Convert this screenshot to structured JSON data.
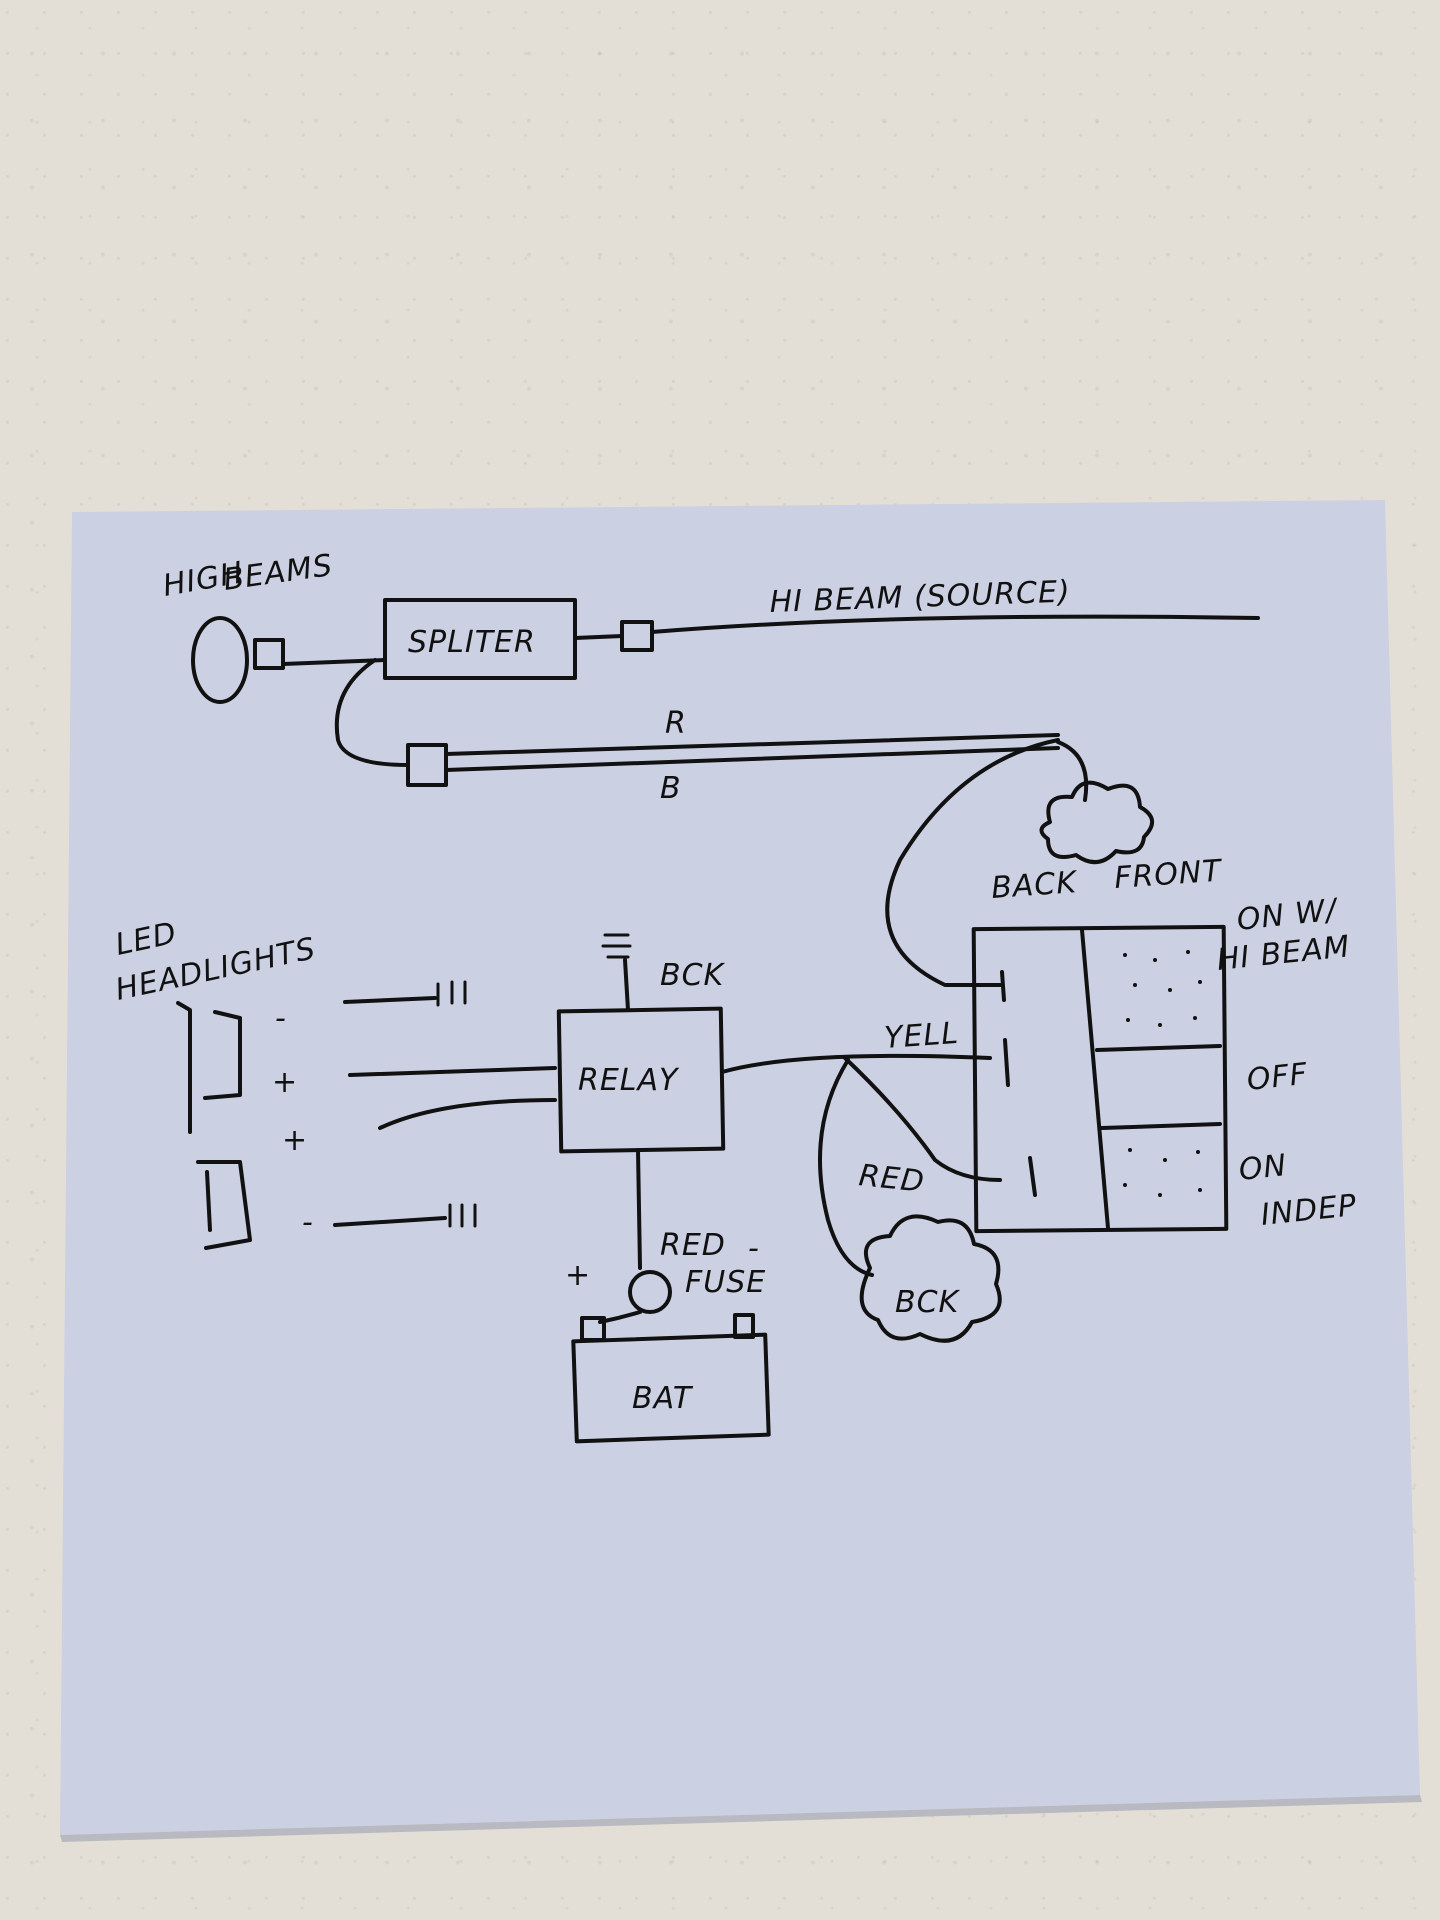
{
  "labels": {
    "high_beams_line1": "HIGH",
    "high_beams_line2": "BEAMS",
    "splitter": "SPLITER",
    "hi_beam_source": "HI BEAM (SOURCE)",
    "wire_r": "R",
    "wire_b": "B",
    "back": "BACK",
    "front": "FRONT",
    "led_line1": "LED",
    "led_line2": "HEADLIGHTS",
    "bck_top": "BCK",
    "relay": "RELAY",
    "yell": "YELL",
    "red_wire": "RED",
    "on_w_line1": "ON W/",
    "on_w_line2": "HI BEAM",
    "off": "OFF",
    "on_indep_line1": "ON",
    "on_indep_line2": "INDEP",
    "minus_1": "-",
    "plus_1": "+",
    "plus_2": "+",
    "minus_2": "-",
    "red_fuse_line1": "RED",
    "red_fuse_line2": "FUSE",
    "bat_plus": "+",
    "bat_minus": "-",
    "bck_cloud": "BCK",
    "bat": "BAT"
  },
  "colors": {
    "paper": "#ccd0e3",
    "ink": "#111111",
    "surface": "#e3dfd7"
  }
}
